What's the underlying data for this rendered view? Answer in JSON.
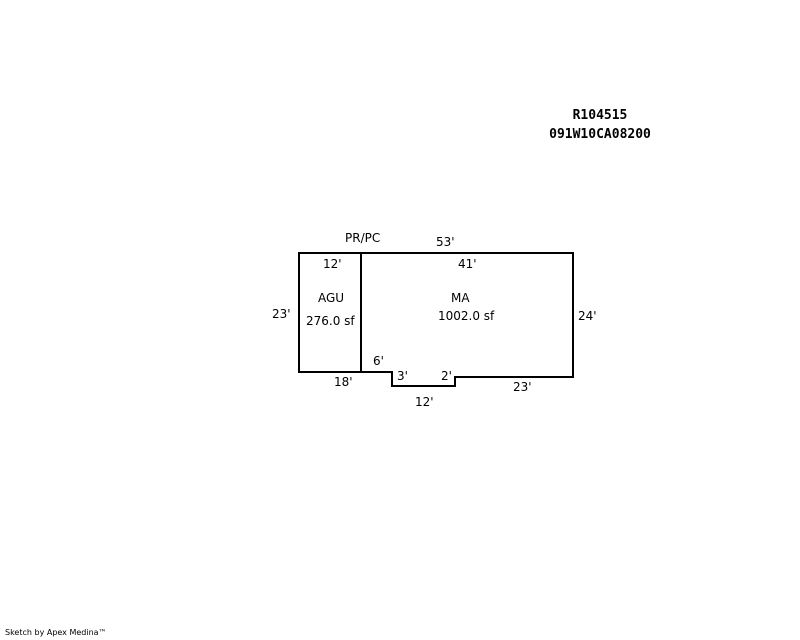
{
  "header": {
    "account": "R104515",
    "map_tax_lot": "091W10CA08200"
  },
  "sketch": {
    "line_color": "#000000",
    "top_label": "PR/PC",
    "areas": [
      {
        "code": "AGU",
        "area": "276.0 sf"
      },
      {
        "code": "MA",
        "area": "1002.0 sf"
      }
    ],
    "dimensions": {
      "top_total": "53'",
      "agu_top": "12'",
      "ma_top": "41'",
      "left": "23'",
      "right": "24'",
      "agu_bottom": "18'",
      "notch_left": "6'",
      "notch_top_left": "3'",
      "notch_top_right": "2'",
      "notch_bottom": "12'",
      "ma_bottom": "23'"
    }
  },
  "footer": {
    "credit": "Sketch by Apex Medina™"
  }
}
